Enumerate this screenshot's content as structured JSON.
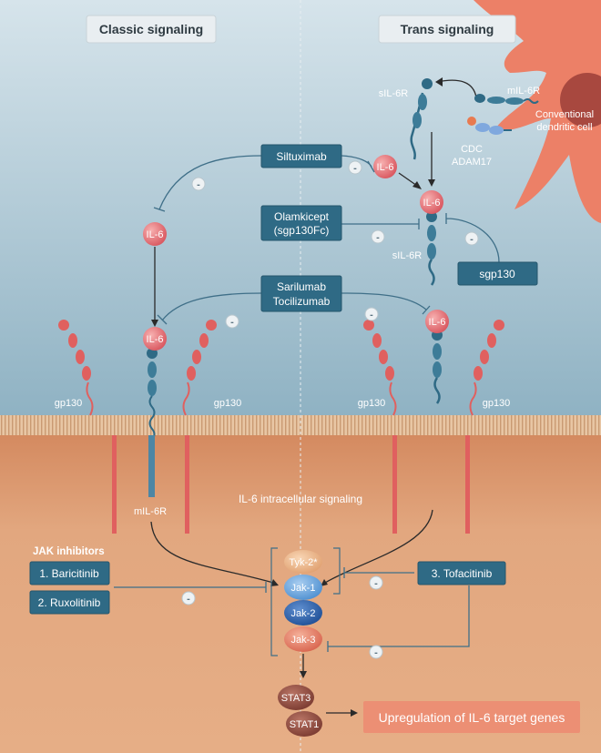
{
  "headers": {
    "classic": "Classic signaling",
    "trans": "Trans signaling"
  },
  "drugs": {
    "siltuximab": "Siltuximab",
    "olamkicept_1": "Olamkicept",
    "olamkicept_2": "(sgp130Fc)",
    "sgp130": "sgp130",
    "sarilumab": "Sarilumab",
    "tocilizumab": "Tocilizumab",
    "jak_title": "JAK inhibitors",
    "baricitinib": "1. Baricitinib",
    "ruxolitinib": "2. Ruxolitinib",
    "tofacitinib": "3. Tofacitinib"
  },
  "labels": {
    "il6": "IL-6",
    "sil6r": "sIL-6R",
    "mil6r": "mIL-6R",
    "gp130": "gp130",
    "cdc_1": "CDC",
    "cdc_2": "ADAM17",
    "cell_1": "Conventional",
    "cell_2": "dendritic cell",
    "intracellular": "IL-6 intracellular signaling",
    "minus": "-"
  },
  "kinases": {
    "tyk2": "Tyk-2*",
    "jak1": "Jak-1",
    "jak2": "Jak-2",
    "jak3": "Jak-3",
    "stat3": "STAT3",
    "stat1": "STAT1"
  },
  "outcome": "Upregulation of IL-6 target genes",
  "colors": {
    "extracellular": "#a9c5d3",
    "intracellular": "#e0a57c",
    "drug_box": "#2f6a85",
    "il6": "#e8747a",
    "outcome_box": "#ec8f74"
  }
}
